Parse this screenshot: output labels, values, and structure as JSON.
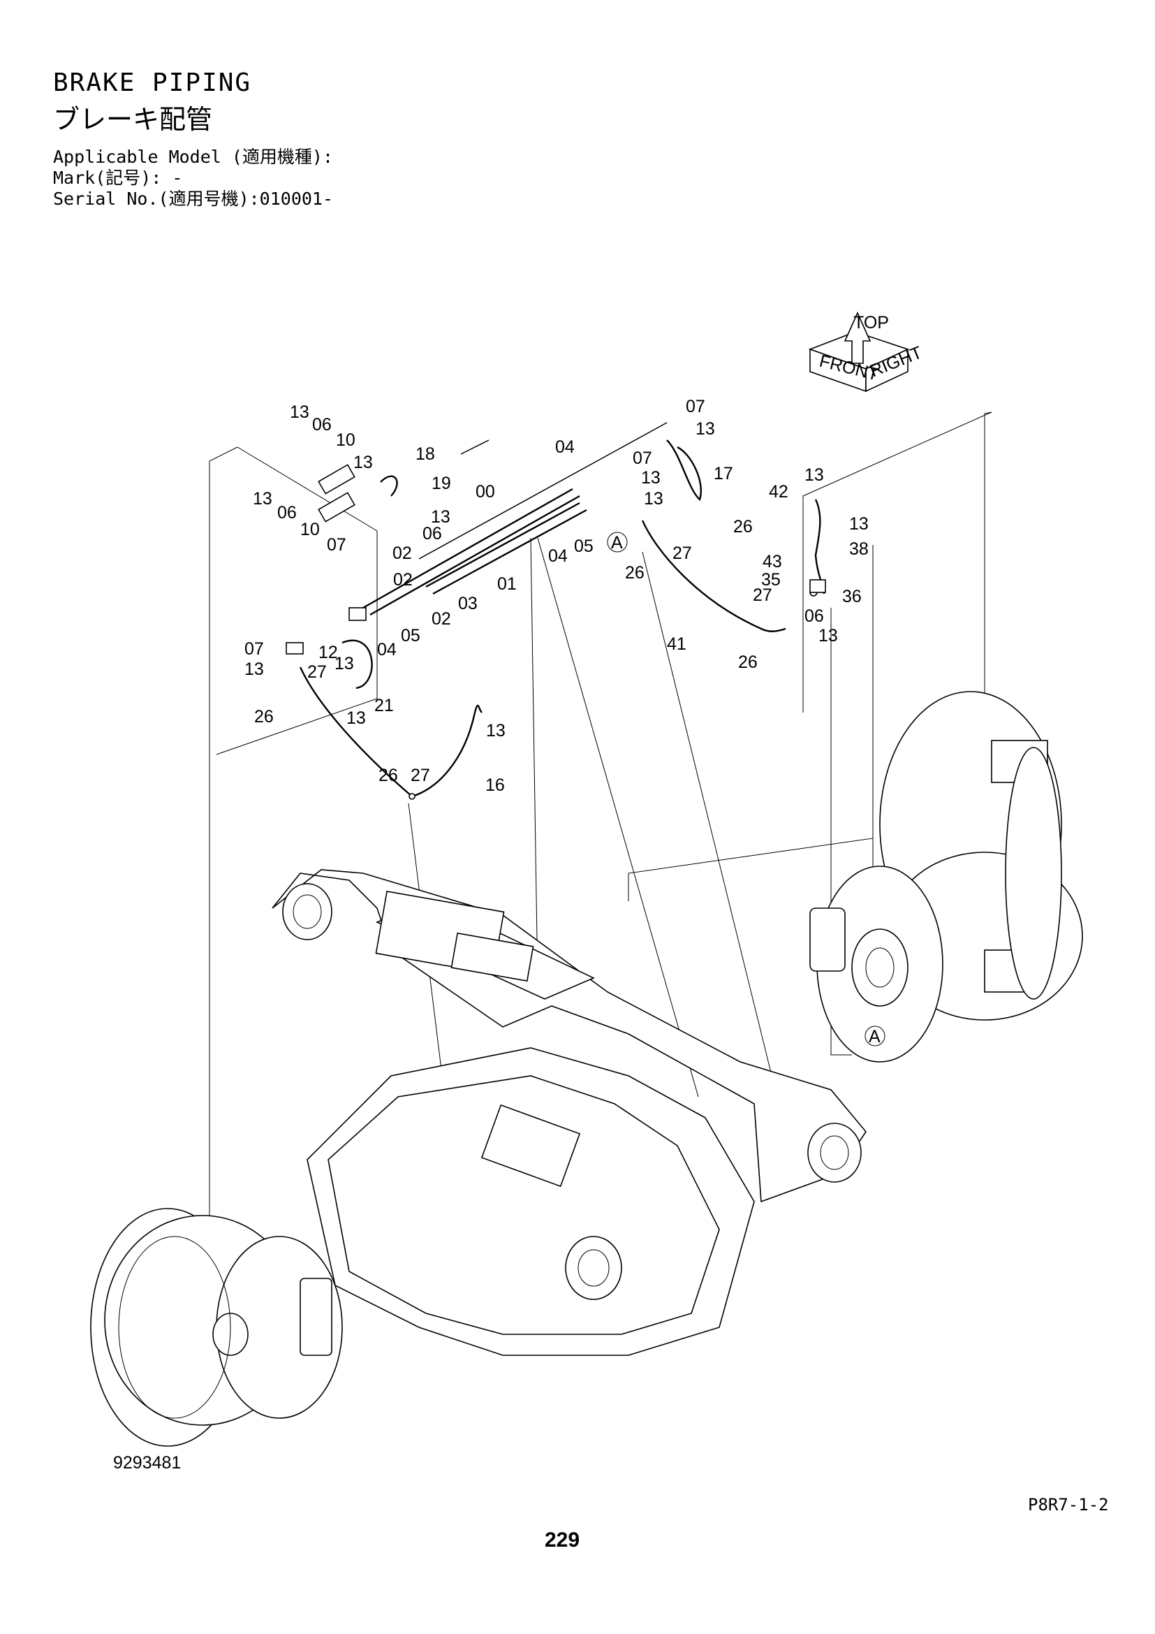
{
  "header": {
    "title_en": "BRAKE PIPING",
    "title_jp": "ブレーキ配管",
    "applicable_model": "Applicable Model (適用機種):",
    "mark": "Mark(記号): -",
    "serial": "Serial No.(適用号機):010001-"
  },
  "orientation": {
    "front": "FRONT",
    "right": "RIGHT",
    "top": "TOP"
  },
  "detail_marker": "A",
  "part_labels": [
    "00",
    "01",
    "02",
    "03",
    "04",
    "05",
    "06",
    "07",
    "10",
    "12",
    "13",
    "16",
    "17",
    "18",
    "19",
    "21",
    "26",
    "27",
    "35",
    "36",
    "38",
    "41",
    "42",
    "43"
  ],
  "diagram_number": "9293481",
  "page_code": "P8R7-1-2",
  "page_number": "229"
}
